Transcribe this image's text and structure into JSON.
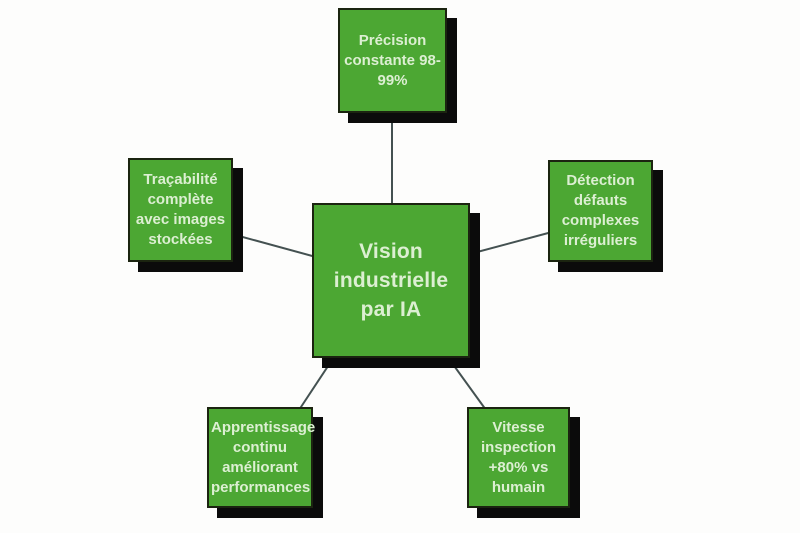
{
  "diagram": {
    "type": "hub-and-spoke",
    "center_node": {
      "id": "center",
      "label": "Vision industrielle par IA"
    },
    "nodes": [
      {
        "id": "top",
        "label": "Précision constante 98-99%"
      },
      {
        "id": "top-left",
        "label": "Traçabilité complète avec images stockées"
      },
      {
        "id": "top-right",
        "label": "Détection défauts complexes irréguliers"
      },
      {
        "id": "bottom-left",
        "label": "Apprentissage continu améliorant performances"
      },
      {
        "id": "bottom-right",
        "label": "Vitesse inspection +80% vs humain"
      }
    ],
    "edges": [
      {
        "from": "center",
        "to": "top"
      },
      {
        "from": "center",
        "to": "top-left"
      },
      {
        "from": "center",
        "to": "top-right"
      },
      {
        "from": "center",
        "to": "bottom-left"
      },
      {
        "from": "center",
        "to": "bottom-right"
      }
    ]
  },
  "colors": {
    "background": "#fdfdfc",
    "node_fill": "#4ca733",
    "node_border": "#1b2410",
    "node_shadow": "#0b0b0b",
    "node_text": "#dcefd2",
    "connector": "#445151"
  }
}
